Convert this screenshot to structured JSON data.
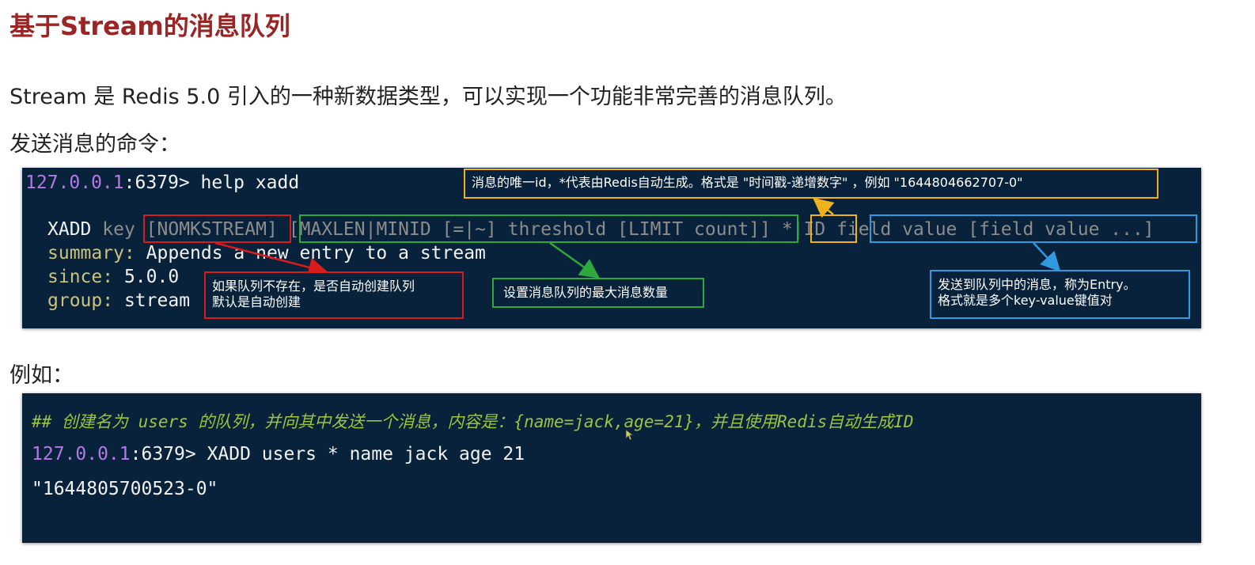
{
  "title": "基于Stream的消息队列",
  "intro": "Stream 是 Redis 5.0 引入的一种新数据类型，可以实现一个功能非常完善的消息队列。",
  "send_label": "发送消息的命令：",
  "example_label": "例如：",
  "terminal1": {
    "prompt_ip": "127.0.0.1",
    "prompt_rest": ":6379> help xadd",
    "syntax": {
      "cmd": "XADD",
      "key": "key",
      "nomkstream": "[NOMKSTREAM]",
      "maxlen": "[MAXLEN|MINID [=|~] threshold [LIMIT count]]",
      "id": "*|ID",
      "fields": "field value [field value ...]"
    },
    "summary_label": "summary:",
    "summary_value": "Appends a new entry to a stream",
    "since_label": "since:",
    "since_value": "5.0.0",
    "group_label": "group:",
    "group_value": "stream"
  },
  "annotations": {
    "id_note": "消息的唯一id，*代表由Redis自动生成。格式是 \"时间戳-递增数字\" ，例如 \"1644804662707-0\"",
    "nomkstream_note_line1": "如果队列不存在，是否自动创建队列",
    "nomkstream_note_line2": "默认是自动创建",
    "maxlen_note": "设置消息队列的最大消息数量",
    "fields_note_line1": "发送到队列中的消息，称为Entry。",
    "fields_note_line2": "格式就是多个key-value键值对"
  },
  "terminal2": {
    "comment": "## 创建名为 users 的队列，并向其中发送一个消息，内容是：{name=jack,age=21}，并且使用Redis自动生成ID",
    "prompt_ip": "127.0.0.1",
    "prompt_rest": ":6379> XADD users * name jack age 21",
    "result": "\"1644805700523-0\""
  },
  "colors": {
    "title": "#9b2424",
    "terminal_bg": "#07223a",
    "prompt_ip": "#b578e6",
    "red": "#d81b1b",
    "green": "#2eaa3d",
    "yellow": "#f0b21a",
    "blue": "#2f9ae0",
    "comment": "#9ec43d"
  }
}
